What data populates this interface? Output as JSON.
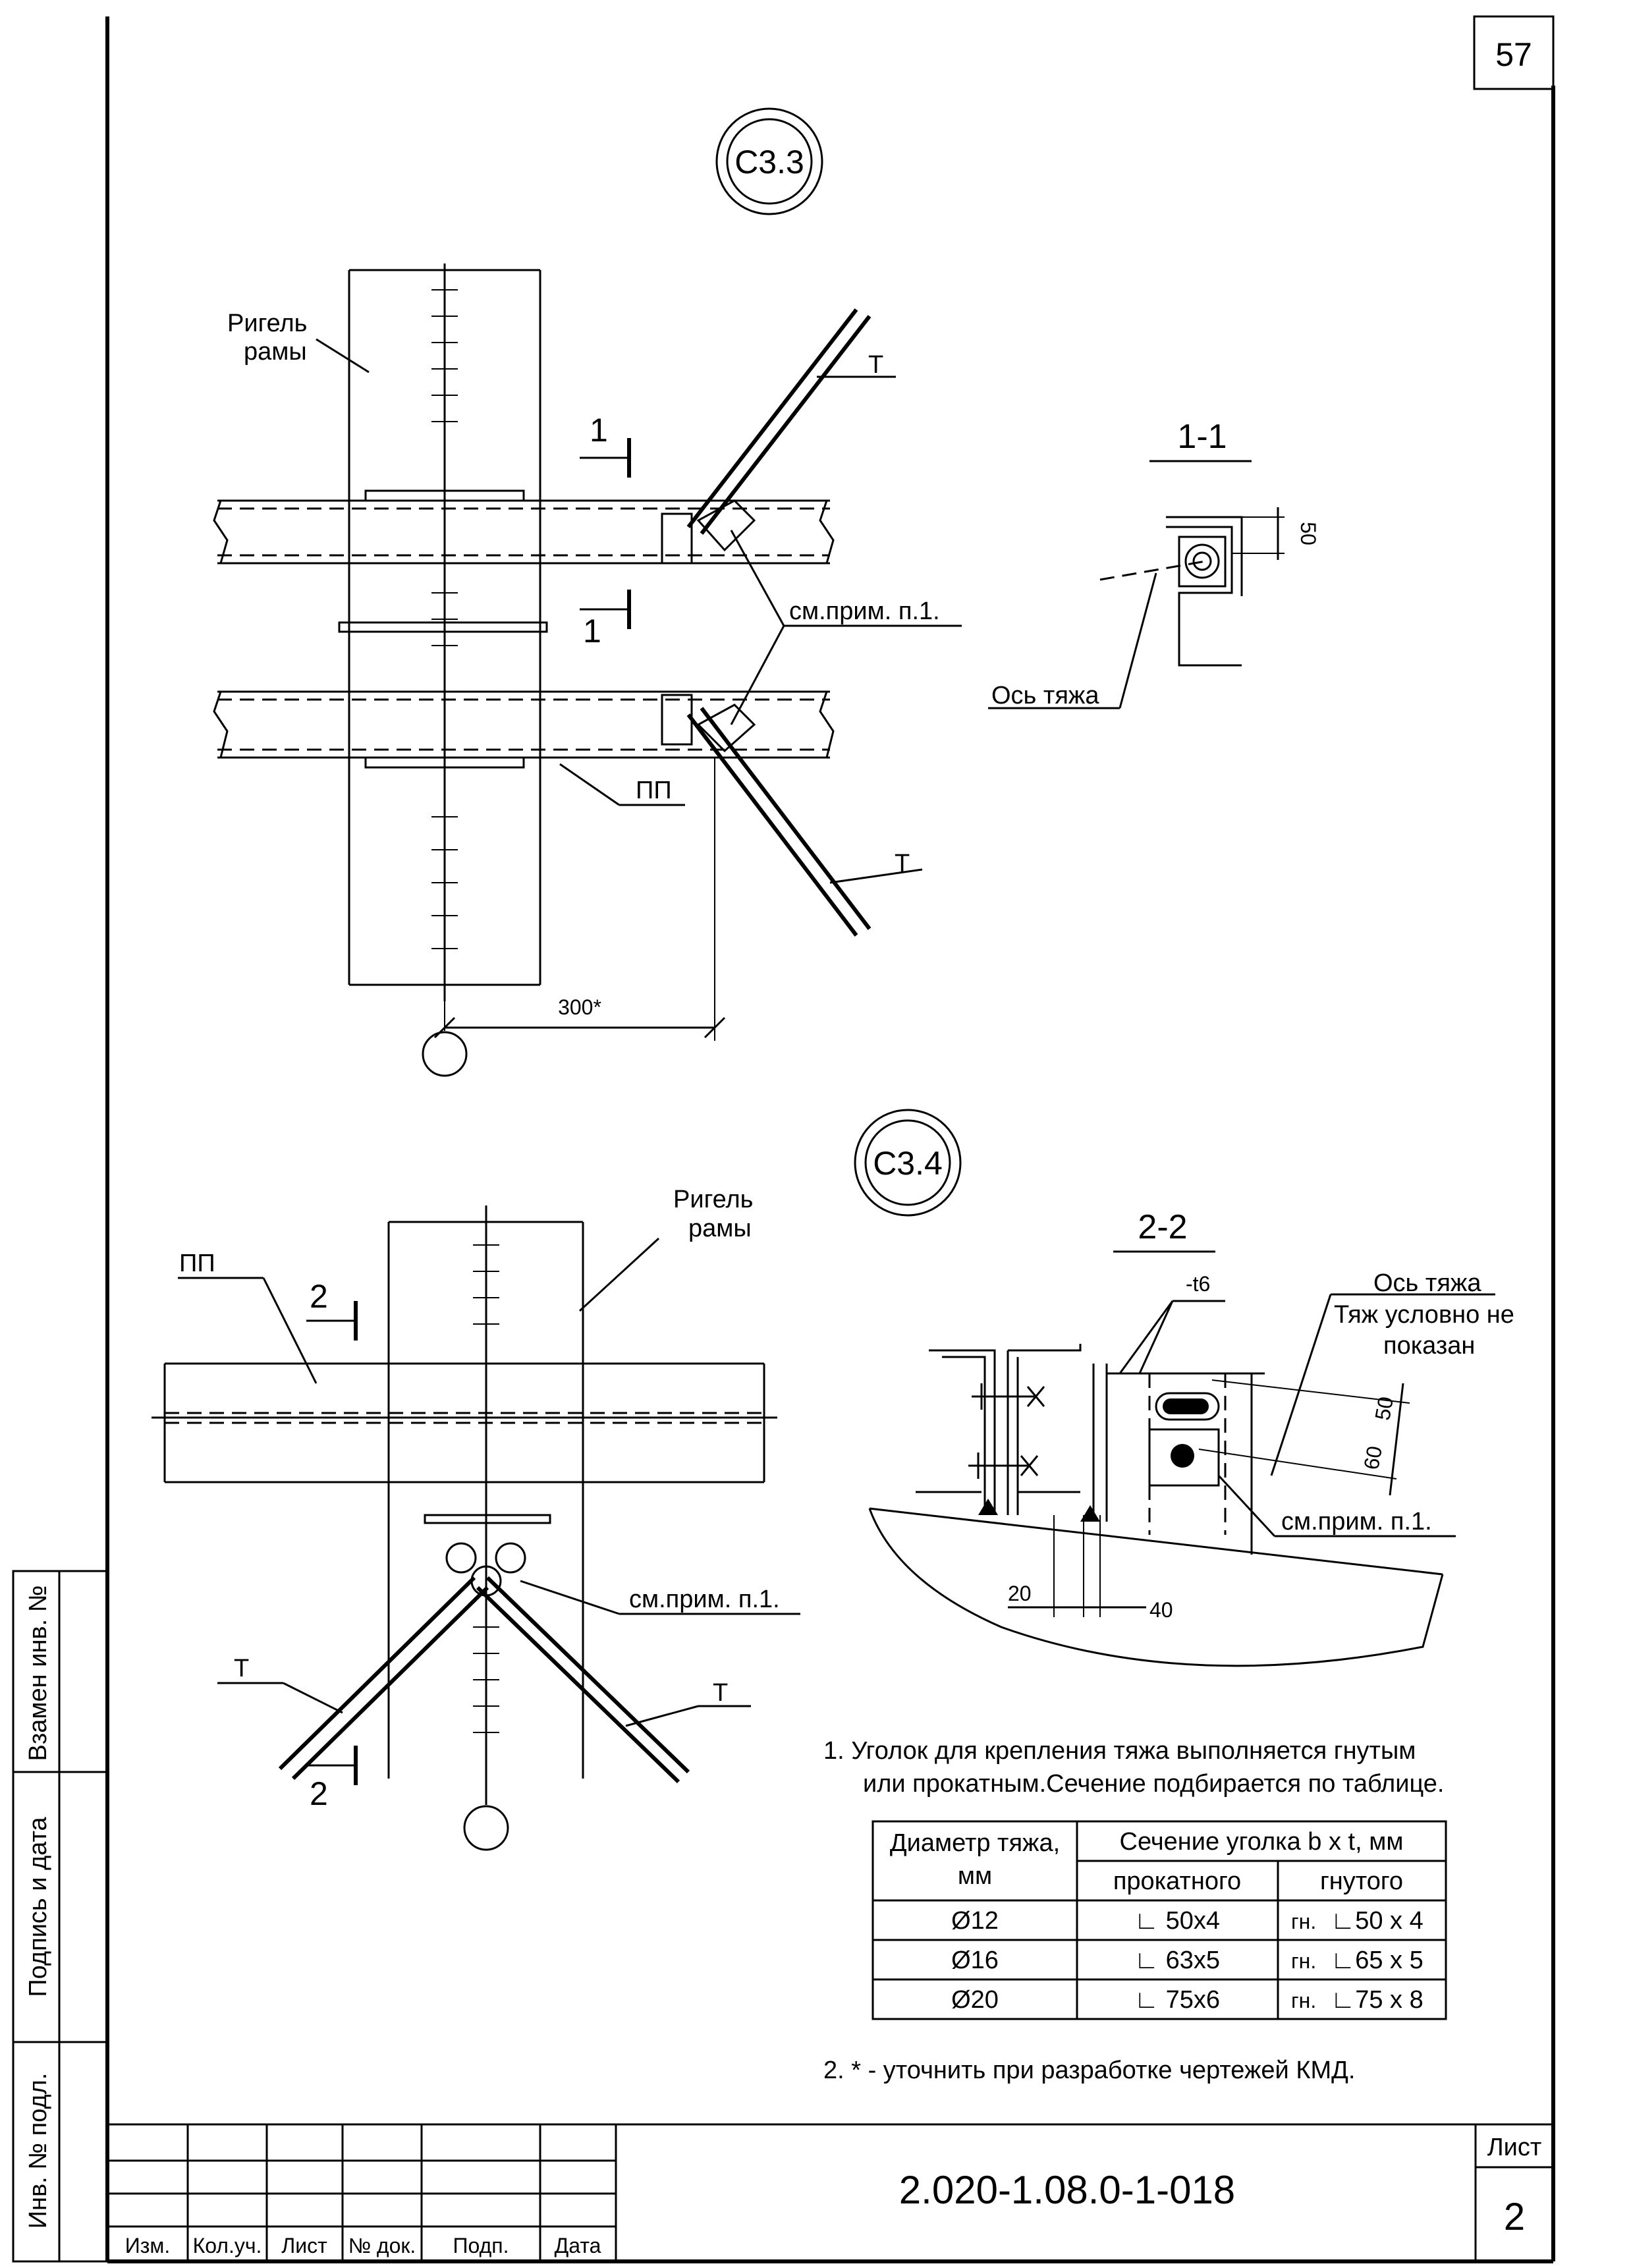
{
  "page_number": "57",
  "node_s33": {
    "callout": "С3.3",
    "label_rigel_line1": "Ригель",
    "label_rigel_line2": "рамы",
    "label_t_top": "Т",
    "label_t_bottom": "Т",
    "label_pp": "ПП",
    "label_note_ref": "см.прим. п.1.",
    "section_mark_top": "1",
    "section_mark_bottom": "1",
    "dim_300": "300*"
  },
  "section_1_1": {
    "title": "1-1",
    "dim_50": "50",
    "axis_label": "Ось тяжа"
  },
  "node_s34": {
    "callout": "С3.4",
    "label_rigel_line1": "Ригель",
    "label_rigel_line2": "рамы",
    "label_pp": "ПП",
    "section_mark_top": "2",
    "section_mark_bottom": "2",
    "label_note_ref": "см.прим. п.1.",
    "label_t_left": "Т",
    "label_t_right": "Т"
  },
  "section_2_2": {
    "title": "2-2",
    "plate_label": "-t6",
    "axis_label": "Ось тяжа",
    "note_line1": "Тяж условно не",
    "note_line2": "показан",
    "dim_50": "50",
    "dim_60": "60",
    "label_note_ref": "см.прим. п.1.",
    "dim_20": "20",
    "dim_40": "40"
  },
  "notes": {
    "note1_line1": "1.  Уголок для крепления тяжа выполняется гнутым",
    "note1_line2": "или прокатным.Сечение подбирается по таблице.",
    "note2": "2.  * - уточнить при разработке чертежей КМД."
  },
  "table": {
    "header_col1_line1": "Диаметр тяжа,",
    "header_col1_line2": "мм",
    "header_group": "Сечение уголка b x t, мм",
    "header_rolled": "прокатного",
    "header_bent": "гнутого",
    "rows": [
      {
        "diameter": "Ø12",
        "rolled": "∟ 50х4",
        "bent_prefix": "гн.",
        "bent": "∟50 х 4"
      },
      {
        "diameter": "Ø16",
        "rolled": "∟ 63х5",
        "bent_prefix": "гн.",
        "bent": "∟65 х 5"
      },
      {
        "diameter": "Ø20",
        "rolled": "∟ 75х6",
        "bent_prefix": "гн.",
        "bent": "∟75 х 8"
      }
    ]
  },
  "title_block": {
    "designation": "2.020-1.08.0-1-018",
    "sheet_label": "Лист",
    "sheet_number": "2",
    "col_izm": "Изм.",
    "col_kol": "Кол.уч.",
    "col_list": "Лист",
    "col_ndok": "№ док.",
    "col_podp": "Подп.",
    "col_data": "Дата"
  },
  "side_stamp": {
    "vzamen": "Взамен инв. №",
    "podpis": "Подпись и дата",
    "inv": "Инв. № подл."
  }
}
